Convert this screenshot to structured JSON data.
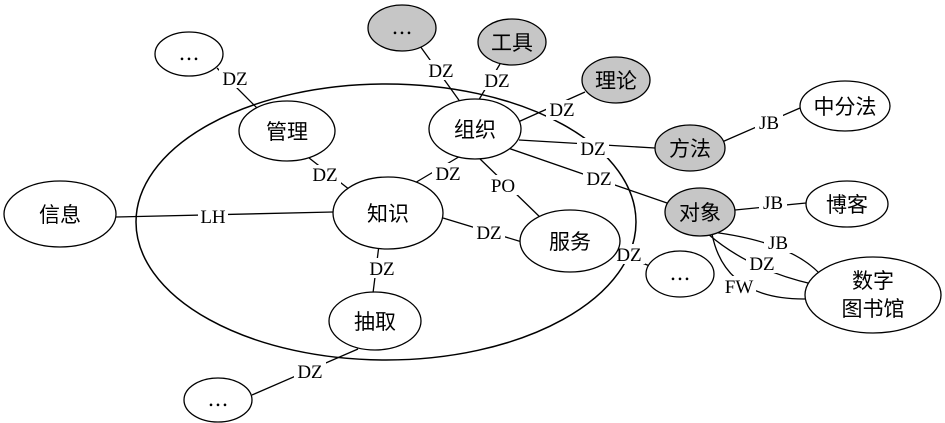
{
  "nodes": {
    "info": {
      "label": "信息",
      "fill": "#ffffff"
    },
    "knowledge": {
      "label": "知识",
      "fill": "#ffffff"
    },
    "management": {
      "label": "管理",
      "fill": "#ffffff"
    },
    "organization": {
      "label": "组织",
      "fill": "#ffffff"
    },
    "service": {
      "label": "服务",
      "fill": "#ffffff"
    },
    "extraction": {
      "label": "抽取",
      "fill": "#ffffff"
    },
    "tools": {
      "label": "工具",
      "fill": "#c6c6c6"
    },
    "theory": {
      "label": "理论",
      "fill": "#c6c6c6"
    },
    "method": {
      "label": "方法",
      "fill": "#c6c6c6"
    },
    "object": {
      "label": "对象",
      "fill": "#c6c6c6"
    },
    "top_ellipsis": {
      "label": "…",
      "fill": "#c6c6c6"
    },
    "topleft_ellipsis": {
      "label": "…",
      "fill": "#ffffff"
    },
    "bottomleft_ellipsis": {
      "label": "…",
      "fill": "#ffffff"
    },
    "right_ellipsis": {
      "label": "…",
      "fill": "#ffffff"
    },
    "clc": {
      "label": "中分法",
      "fill": "#ffffff"
    },
    "blog": {
      "label": "博客",
      "fill": "#ffffff"
    },
    "digital_library": {
      "label_line1": "数字",
      "label_line2": "图书馆",
      "fill": "#ffffff"
    }
  },
  "edges": {
    "info_knowledge": "LH",
    "management_knowledge": "DZ",
    "topleft_management": "DZ",
    "top_organization": "DZ",
    "tools_organization": "DZ",
    "theory_organization": "DZ",
    "method_organization": "DZ",
    "object_organization": "DZ",
    "organization_knowledge": "DZ",
    "organization_service": "PO",
    "knowledge_service": "DZ",
    "service_right": "DZ",
    "knowledge_extraction": "DZ",
    "extraction_bottomleft": "DZ",
    "method_clc": "JB",
    "object_blog": "JB",
    "object_digital_jb": "JB",
    "object_digital_dz": "DZ",
    "object_digital_fw": "FW"
  },
  "colors": {
    "stroke": "#000000",
    "highlight": "#c6c6c6",
    "background": "#ffffff"
  }
}
